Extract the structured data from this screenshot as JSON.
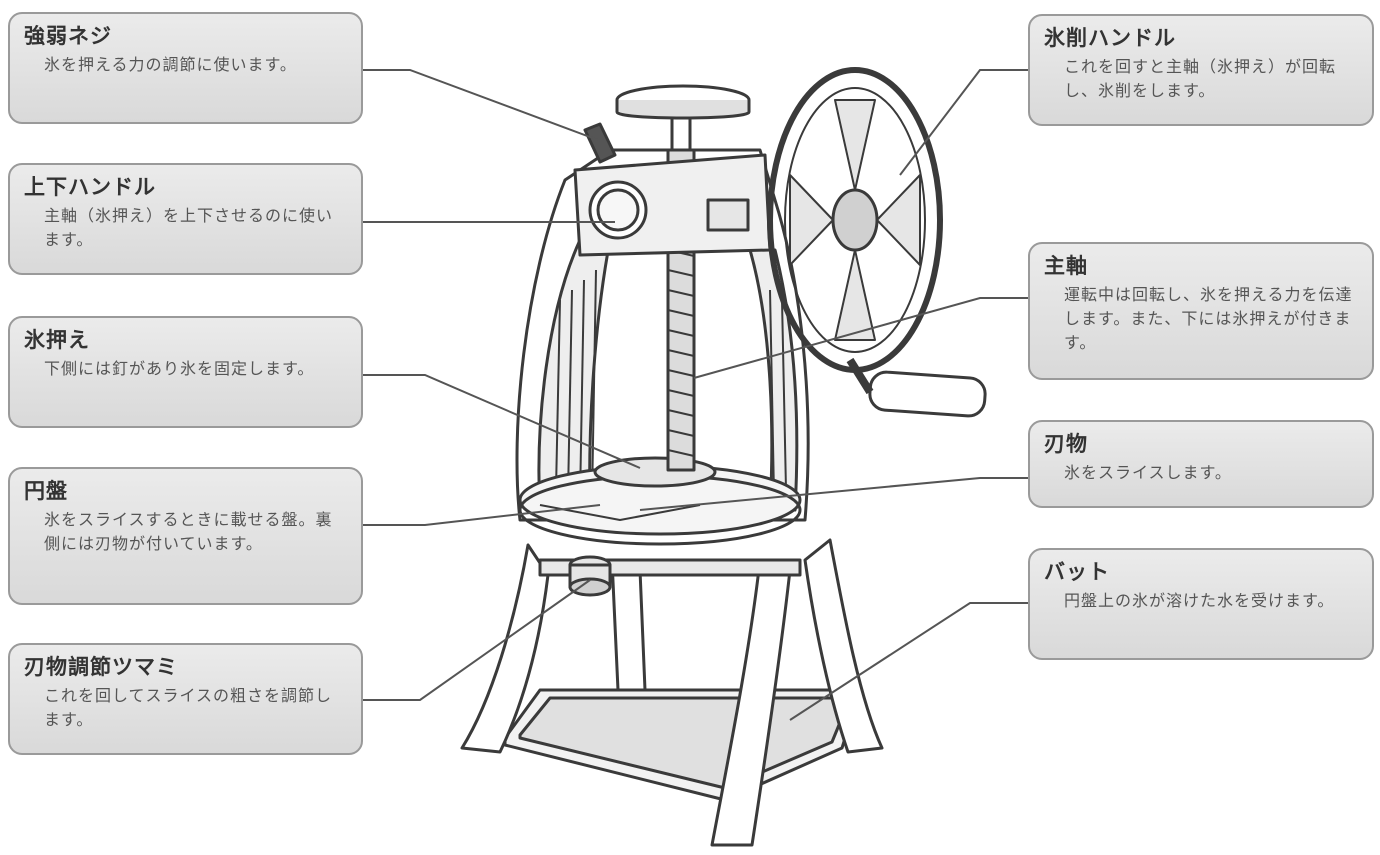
{
  "parts": [
    {
      "id": "kyojaku-neji",
      "title": "強弱ネジ",
      "desc": "氷を押える力の調節に使います。"
    },
    {
      "id": "joge-handle",
      "title": "上下ハンドル",
      "desc": "主軸（氷押え）を上下させるのに使います。"
    },
    {
      "id": "kori-osae",
      "title": "氷押え",
      "desc": "下側には釘があり氷を固定します。"
    },
    {
      "id": "enban",
      "title": "円盤",
      "desc": "氷をスライスするときに載せる盤。裏側には刃物が付いています。"
    },
    {
      "id": "hamono-chosetsu",
      "title": "刃物調節ツマミ",
      "desc": "これを回してスライスの粗さを調節します。"
    },
    {
      "id": "hyosaku-handle",
      "title": "氷削ハンドル",
      "desc": "これを回すと主軸（氷押え）が回転し、氷削をします。"
    },
    {
      "id": "shujiku",
      "title": "主軸",
      "desc": "運転中は回転し、氷を押える力を伝達します。また、下には氷押えが付きます。"
    },
    {
      "id": "hamono",
      "title": "刃物",
      "desc": "氷をスライスします。"
    },
    {
      "id": "bat",
      "title": "バット",
      "desc": "円盤上の氷が溶けた水を受けます。"
    }
  ],
  "colors": {
    "callout_fill": "#e2e2e2",
    "callout_border": "#9a9a9a",
    "line": "#555555",
    "machine_stroke": "#3a3a3a",
    "machine_shade": "#bdbdbd"
  }
}
